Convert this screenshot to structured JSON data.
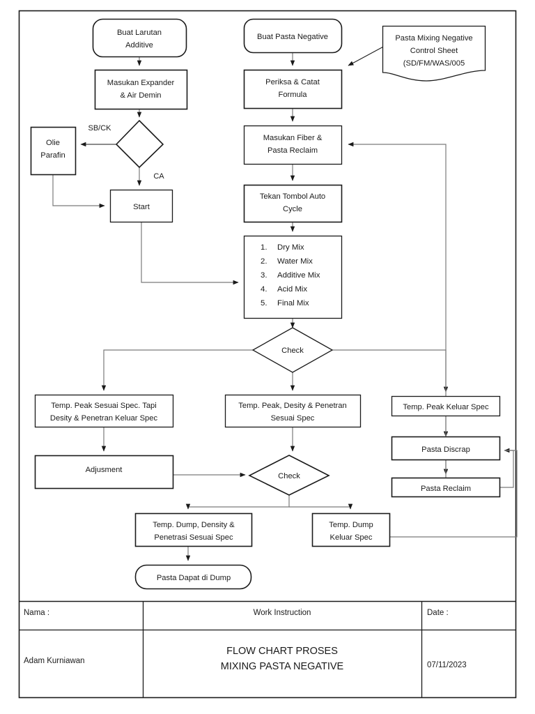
{
  "diagram": {
    "type": "flowchart",
    "nodes": {
      "buat_larutan": "Buat Larutan\nAdditive",
      "buat_larutan_l1": "Buat Larutan",
      "buat_larutan_l2": "Additive",
      "masukan_expander_l1": "Masukan Expander",
      "masukan_expander_l2": "& Air Demin",
      "olie_parafin_l1": "Olie",
      "olie_parafin_l2": "Parafin",
      "start": "Start",
      "buat_pasta_negative": "Buat Pasta Negative",
      "periksa_catat_l1": "Periksa & Catat",
      "periksa_catat_l2": "Formula",
      "control_sheet_l1": "Pasta Mixing Negative",
      "control_sheet_l2": "Control Sheet",
      "control_sheet_l3": "(SD/FM/WAS/005",
      "masukan_fiber_l1": "Masukan Fiber &",
      "masukan_fiber_l2": "Pasta Reclaim",
      "tekan_tombol_l1": "Tekan Tombol Auto",
      "tekan_tombol_l2": "Cycle",
      "check_1": "Check",
      "check_2": "Check",
      "peak_sesuai_l1": "Temp. Peak Sesuai Spec. Tapi",
      "peak_sesuai_l2": "Desity & Penetran Keluar Spec",
      "peak_desity_l1": "Temp. Peak, Desity & Penetran",
      "peak_desity_l2": "Sesuai Spec",
      "peak_keluar": "Temp. Peak Keluar Spec",
      "adjusment": "Adjusment",
      "pasta_discrap": "Pasta Discrap",
      "pasta_reclaim": "Pasta Reclaim",
      "dump_sesuai_l1": "Temp. Dump, Density &",
      "dump_sesuai_l2": "Penetrasi Sesuai Spec",
      "dump_keluar_l1": "Temp. Dump",
      "dump_keluar_l2": "Keluar Spec",
      "pasta_dapat_dump": "Pasta Dapat di Dump"
    },
    "mix_list": [
      {
        "num": "1.",
        "label": "Dry Mix"
      },
      {
        "num": "2.",
        "label": "Water Mix"
      },
      {
        "num": "3.",
        "label": "Additive Mix"
      },
      {
        "num": "4.",
        "label": "Acid Mix"
      },
      {
        "num": "5.",
        "label": "Final Mix"
      }
    ],
    "edge_labels": {
      "sb_ck": "SB/CK",
      "ca": "CA"
    }
  },
  "title_block": {
    "header_nama": "Nama :",
    "header_work_instruction": "Work Instruction",
    "header_date": "Date :",
    "value_nama": "Adam Kurniawan",
    "value_title_l1": "FLOW CHART PROSES",
    "value_title_l2": "MIXING PASTA NEGATIVE",
    "value_date": "07/11/2023"
  },
  "colors": {
    "stroke": "#1a1a1a",
    "connector": "#7a7a7a",
    "background": "#ffffff"
  }
}
